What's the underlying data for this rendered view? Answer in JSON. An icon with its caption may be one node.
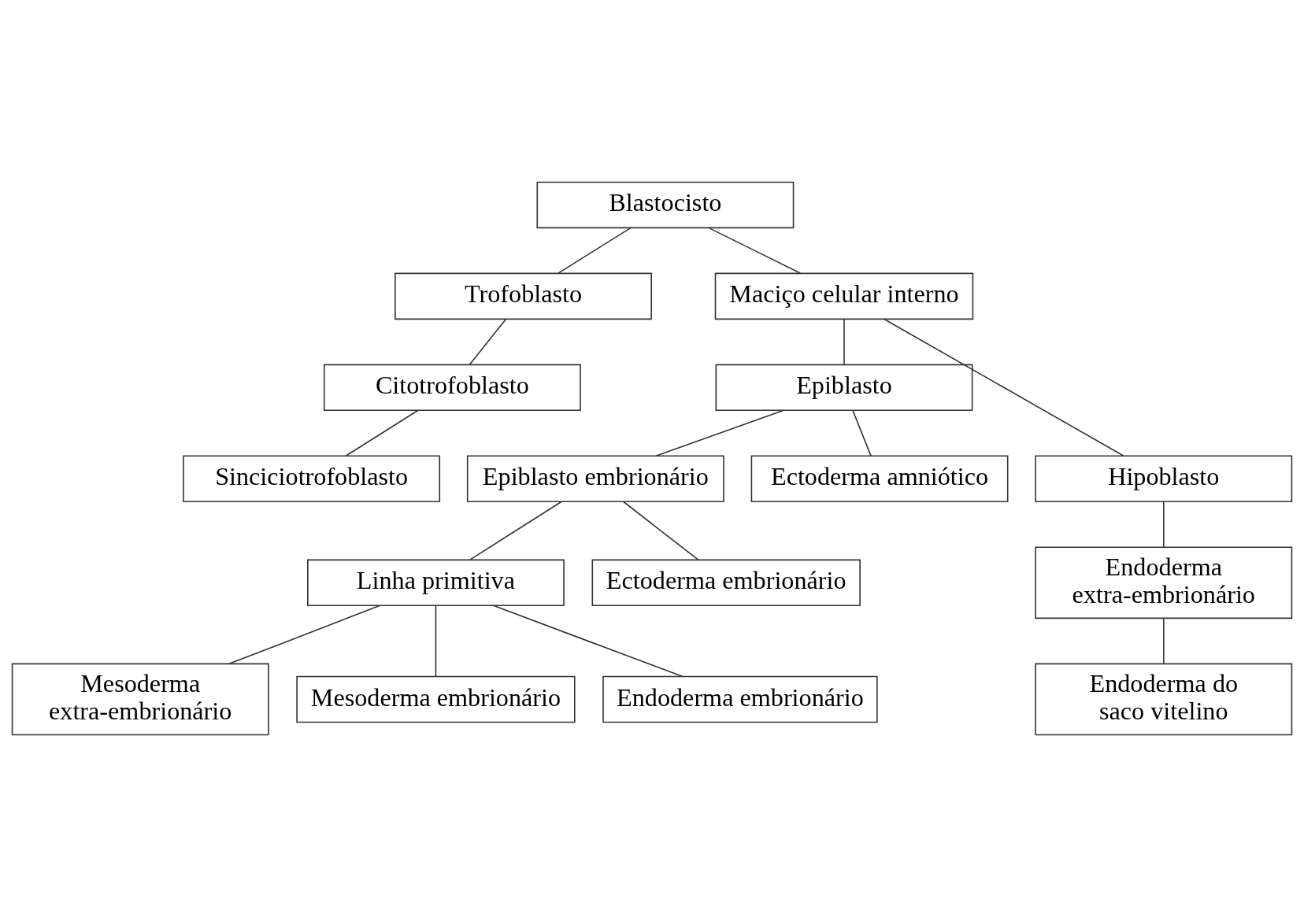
{
  "diagram": {
    "nodes": [
      {
        "text": [
          "Blastocisto"
        ]
      },
      {
        "text": [
          "Trofoblasto"
        ]
      },
      {
        "text": [
          "Maciço celular interno"
        ]
      },
      {
        "text": [
          "Citotrofoblasto"
        ]
      },
      {
        "text": [
          "Sinciciotrofoblasto"
        ]
      },
      {
        "text": [
          "Epiblasto"
        ]
      },
      {
        "text": [
          "Hipoblasto"
        ]
      },
      {
        "text": [
          "Epiblasto embrionário"
        ]
      },
      {
        "text": [
          "Ectoderma amniótico"
        ]
      },
      {
        "text": [
          "Endoderma extra-embrionário"
        ]
      },
      {
        "text": [
          "Linha primitiva"
        ]
      },
      {
        "text": [
          "Ectoderma embrionário"
        ]
      },
      {
        "text": [
          "Endoderma do saco vitelino"
        ]
      },
      {
        "text": [
          "Mesoderma extra-embrionário"
        ]
      },
      {
        "text": [
          "Mesoderma embrionário"
        ]
      },
      {
        "text": [
          "Endoderma embrionário"
        ]
      }
    ],
    "edges": [
      {
        "from": 0,
        "to": 1,
        "arrow": "none"
      },
      {
        "from": 0,
        "to": 2,
        "arrow": "none"
      },
      {
        "from": 1,
        "to": 3,
        "arrow": "none"
      },
      {
        "from": 3,
        "to": 4,
        "arrow": "none"
      },
      {
        "from": 2,
        "to": 6,
        "arrow": "none"
      },
      {
        "from": 2,
        "to": 5,
        "arrow": "none"
      },
      {
        "from": 5,
        "to": 7,
        "arrow": "none"
      },
      {
        "from": 5,
        "to": 8,
        "arrow": "none"
      },
      {
        "from": 6,
        "to": 9,
        "arrow": "none"
      },
      {
        "from": 9,
        "to": 12,
        "arrow": "none"
      },
      {
        "from": 7,
        "to": 10,
        "arrow": "none"
      },
      {
        "from": 7,
        "to": 11,
        "arrow": "none"
      },
      {
        "from": 10,
        "to": 13,
        "arrow": "none"
      },
      {
        "from": 10,
        "to": 14,
        "arrow": "none"
      },
      {
        "from": 10,
        "to": 15,
        "arrow": "none"
      }
    ]
  }
}
